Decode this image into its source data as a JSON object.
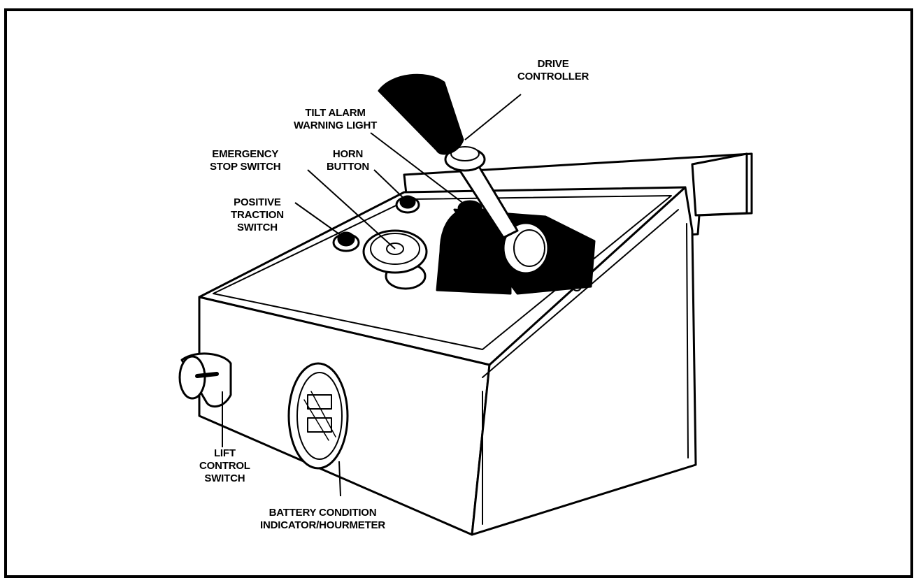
{
  "colors": {
    "ink": "#000000",
    "paper": "#ffffff"
  },
  "labels": {
    "drive_controller": [
      "DRIVE",
      "CONTROLLER"
    ],
    "tilt_alarm": [
      "TILT ALARM",
      "WARNING LIGHT"
    ],
    "emergency_stop": [
      "EMERGENCY",
      "STOP SWITCH"
    ],
    "horn_button": [
      "HORN",
      "BUTTON"
    ],
    "positive_traction": [
      "POSITIVE",
      "TRACTION",
      "SWITCH"
    ],
    "lift_control": [
      "LIFT",
      "CONTROL",
      "SWITCH"
    ],
    "battery_condition": [
      "BATTERY CONDITION",
      "INDICATOR/HOURMETER"
    ]
  }
}
